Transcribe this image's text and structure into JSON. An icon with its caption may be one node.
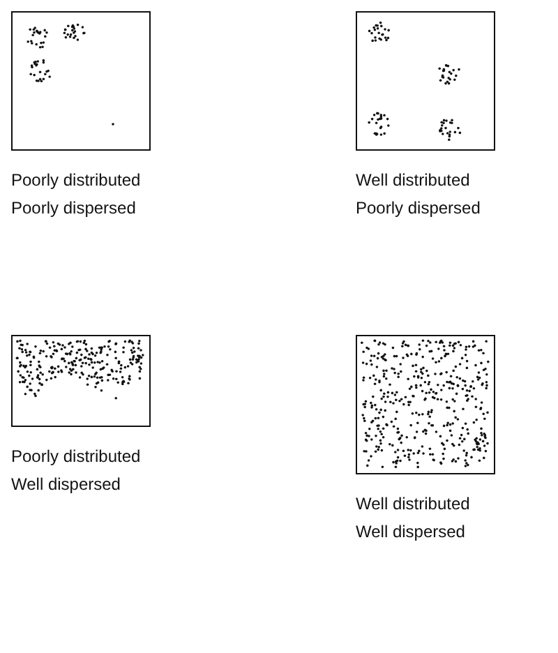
{
  "diagram": {
    "nodes": [
      {
        "text": [],
        "shape": "box",
        "beside": [
          "Poorly distributed",
          "Poorly dispersed"
        ]
      },
      {
        "text": [],
        "shape": "box",
        "beside": [
          "Well distributed",
          "Poorly dispersed"
        ]
      },
      {
        "text": [],
        "shape": "box",
        "beside": [
          "Poorly distributed",
          "Well dispersed"
        ]
      },
      {
        "text": [],
        "shape": "box",
        "beside": [
          "Well distributed",
          "Well dispersed"
        ]
      }
    ]
  }
}
